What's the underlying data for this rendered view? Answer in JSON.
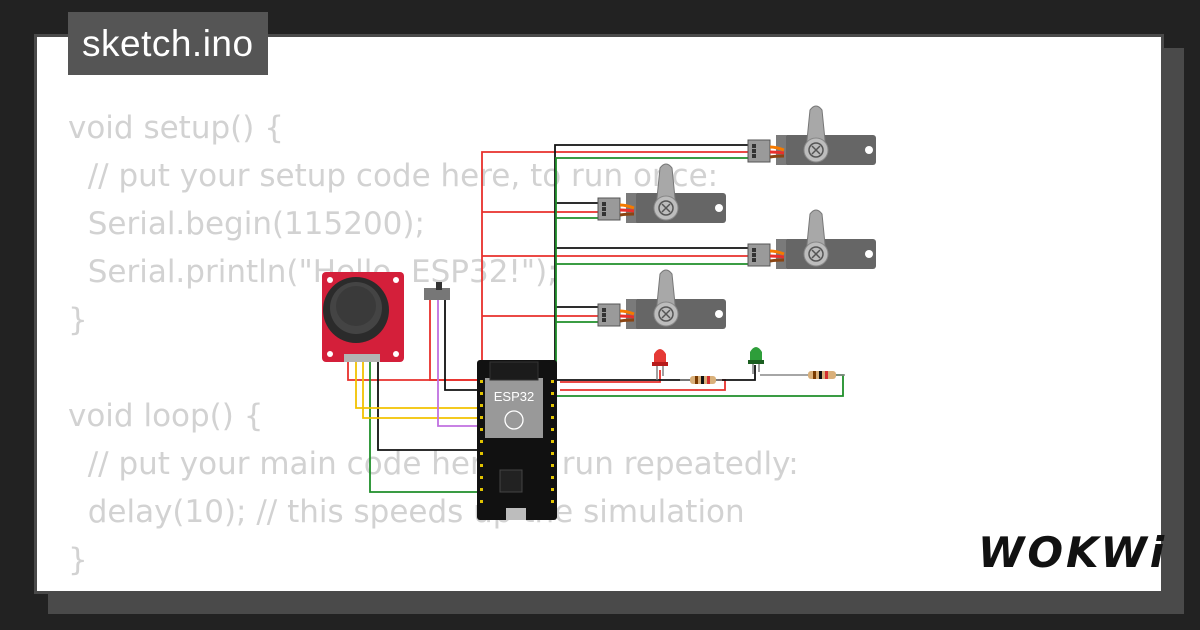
{
  "window": {
    "title": "sketch.ino"
  },
  "code": {
    "lines": [
      "void setup() {",
      "  // put your setup code here, to run once:",
      "  Serial.begin(115200);",
      "  Serial.println(\"Hello, ESP32!\");",
      "}",
      "",
      "void loop() {",
      "  // put your main code here, to run repeatedly:",
      "  delay(10); // this speeds up the simulation",
      "}"
    ]
  },
  "board": {
    "label": "ESP32"
  },
  "brand": {
    "logo": "WOKWi"
  },
  "colors": {
    "background": "#222222",
    "card": "#ffffff",
    "tab": "#555555",
    "code_text": "#d2d2d2",
    "wire_red": "#e8302c",
    "wire_black": "#111111",
    "wire_green": "#1f8f2a",
    "wire_yellow": "#f2c200",
    "wire_orange": "#f57a00",
    "joystick_board": "#d41f3a",
    "led_red": "#e53935",
    "led_green": "#2e9e3a"
  },
  "icons": [
    "servo-icon",
    "joystick-icon",
    "led-icon",
    "resistor-icon",
    "slide-switch-icon",
    "esp32-board-icon"
  ]
}
